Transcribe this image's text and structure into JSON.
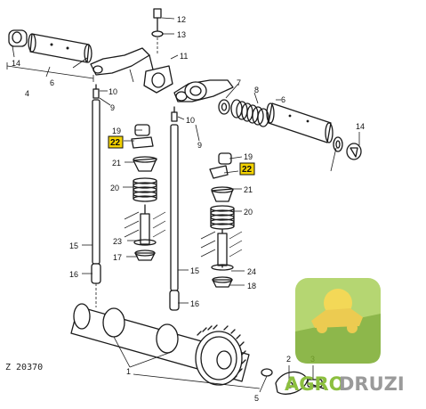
{
  "figure_code": "Z 20370",
  "callouts": {
    "c1": "1",
    "c2": "2",
    "c3": "3",
    "c4": "4",
    "c5": "5",
    "c6a": "6",
    "c6b": "6",
    "c7": "7",
    "c8": "8",
    "c9a": "9",
    "c9b": "9",
    "c10a": "10",
    "c10b": "10",
    "c11": "11",
    "c12": "12",
    "c13": "13",
    "c14a": "14",
    "c14b": "14",
    "c15a": "15",
    "c15b": "15",
    "c16a": "16",
    "c16b": "16",
    "c17": "17",
    "c18": "18",
    "c19a": "19",
    "c19b": "19",
    "c20a": "20",
    "c20b": "20",
    "c21a": "21",
    "c21b": "21",
    "c22a": "22",
    "c22b": "22",
    "c23": "23",
    "c24": "24"
  },
  "watermark": {
    "text_green": "AGRO",
    "text_gray": "DRUZI"
  },
  "colors": {
    "highlight": "#f3d200",
    "brand_green": "#8cbf3f",
    "brand_gray": "#9a9a9a",
    "line": "#1a1a1a"
  }
}
